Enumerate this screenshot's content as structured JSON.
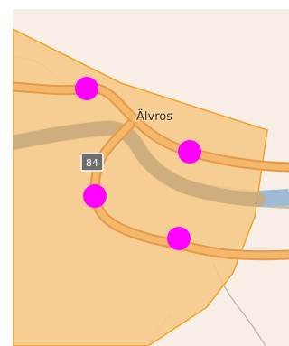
{
  "map": {
    "place_label": "Älvros",
    "road_shield": "84",
    "colors": {
      "background": "#f7efe6",
      "area_fill": "#f6c884",
      "area_border": "#f2a12a",
      "road_casing": "#e39a4a",
      "road_fill": "#f5b76a",
      "river": "#9ebad6",
      "river_shadow": "#b9b8a6",
      "marker": "#ff00ff"
    },
    "markers": [
      {
        "name": "marker-1"
      },
      {
        "name": "marker-2"
      },
      {
        "name": "marker-3"
      },
      {
        "name": "marker-4"
      }
    ]
  }
}
